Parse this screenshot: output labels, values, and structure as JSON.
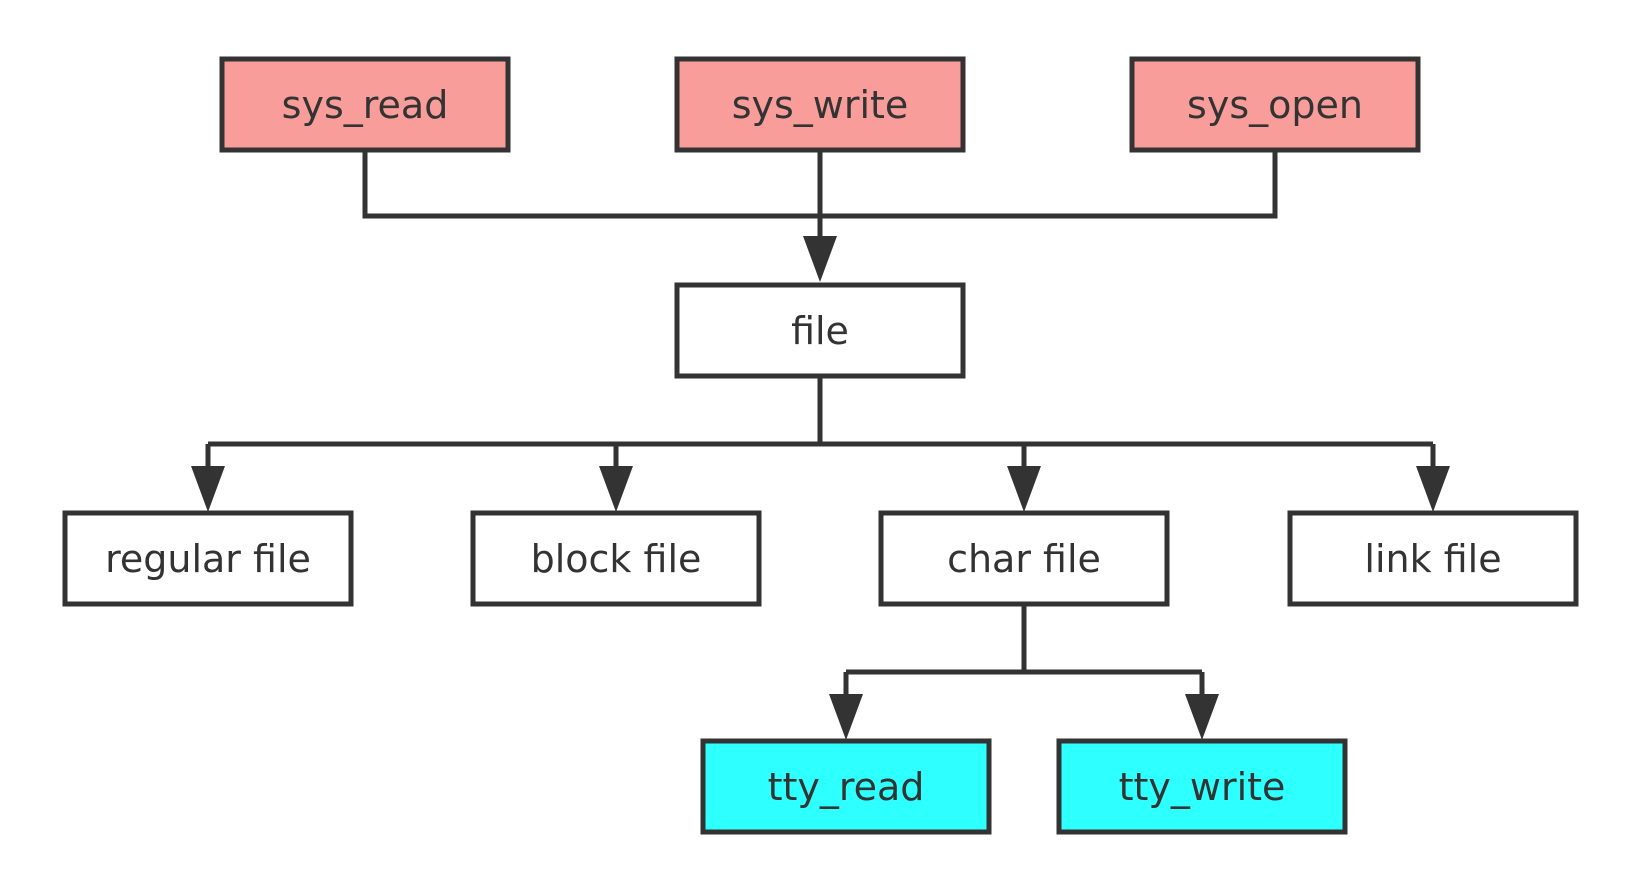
{
  "colors": {
    "syscall_fill": "#f99d9a",
    "file_fill": "#ffffff",
    "tty_fill": "#2effff",
    "stroke": "#333333",
    "text": "#333333"
  },
  "nodes": {
    "sys_read": "sys_read",
    "sys_write": "sys_write",
    "sys_open": "sys_open",
    "file": "file",
    "regular_file": "regular file",
    "block_file": "block file",
    "char_file": "char file",
    "link_file": "link file",
    "tty_read": "tty_read",
    "tty_write": "tty_write"
  },
  "edges": [
    {
      "from": "sys_read",
      "to": "file"
    },
    {
      "from": "sys_write",
      "to": "file"
    },
    {
      "from": "sys_open",
      "to": "file"
    },
    {
      "from": "file",
      "to": "regular_file"
    },
    {
      "from": "file",
      "to": "block_file"
    },
    {
      "from": "file",
      "to": "char_file"
    },
    {
      "from": "file",
      "to": "link_file"
    },
    {
      "from": "char_file",
      "to": "tty_read"
    },
    {
      "from": "char_file",
      "to": "tty_write"
    }
  ]
}
